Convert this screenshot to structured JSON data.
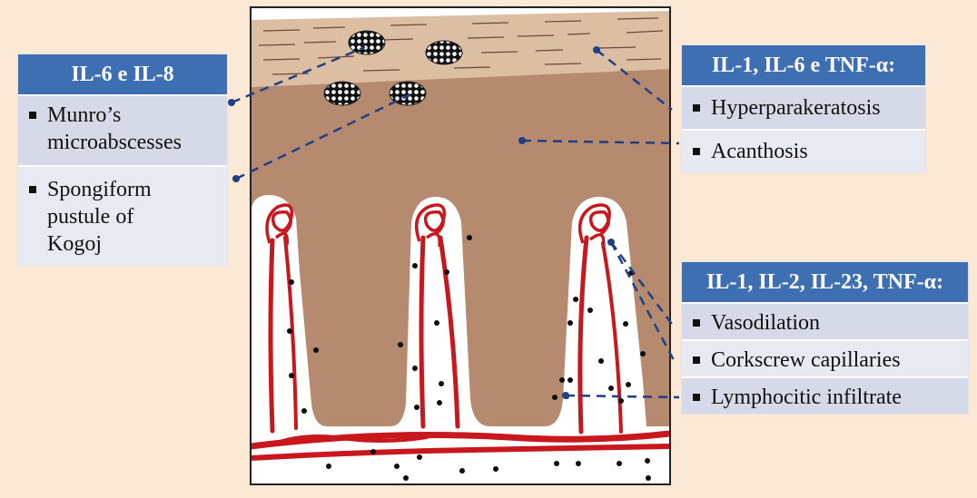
{
  "panels": {
    "left": {
      "title": "IL-6 e IL-8",
      "items": [
        {
          "line1": "Munro’s",
          "line2": "microabscesses",
          "line3": ""
        },
        {
          "line1": "Spongiform",
          "line2": "pustule of",
          "line3": "Kogoj"
        }
      ]
    },
    "top_right": {
      "title": "IL-1, IL-6 e TNF-α:",
      "items": [
        "Hyperparakeratosis",
        "Acanthosis"
      ]
    },
    "bottom_right": {
      "title": "IL-1, IL-2, IL-23, TNF-α:",
      "items": [
        "Vasodilation",
        "Corkscrew capillaries",
        "Lymphocitic infiltrate"
      ]
    }
  },
  "colors": {
    "background": "#fbe9d6",
    "epidermis": "#b58a6e",
    "stratum_corneum": "#dcbfa3",
    "dermal_papilla": "#ffffff",
    "capillary": "#c8181e",
    "header": "#3d6fb2",
    "connector": "#1f3f86"
  }
}
